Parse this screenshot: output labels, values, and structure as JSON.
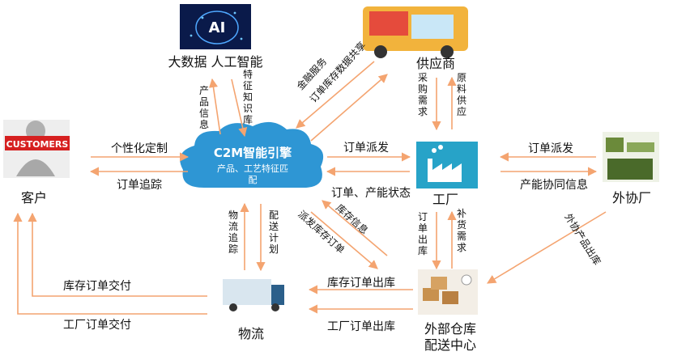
{
  "nodes": {
    "customer": "客户",
    "customer_badge": "CUSTOMERS",
    "bigdata": "大数据 人工智能",
    "ai_badge": "AI",
    "supplier": "供应商",
    "engine_title": "C2M智能引擎",
    "engine_sub1": "产品、工艺特征匹",
    "engine_sub2": "配",
    "factory": "工厂",
    "outsource": "外协厂",
    "logistics": "物流",
    "warehouse_line1": "外部仓库",
    "warehouse_line2": "配送中心"
  },
  "edges": {
    "personal_custom": "个性化定制",
    "order_track": "订单追踪",
    "product_info": "产品信息",
    "feature_kb": "特征知识库",
    "finance_service": "金融服务",
    "order_data_share": "订单库存数据共享",
    "purchase_demand": "采购需求",
    "material_supply": "原料供应",
    "order_dispatch_factory": "订单派发",
    "order_capacity_status": "订单、产能状态",
    "order_dispatch_outsource": "订单派发",
    "capacity_coop": "产能协同信息",
    "outsource_outbound": "外协产品出库",
    "order_outbound": "订单出库",
    "replenish_demand": "补货需求",
    "logistics_track": "物流追踪",
    "delivery_plan": "配送计划",
    "inventory_info": "库存信息",
    "dispatch_warehouse_order": "派发库存订单",
    "stock_order_out": "库存订单出库",
    "factory_order_out": "工厂订单出库",
    "stock_order_delivery": "库存订单交付",
    "factory_order_delivery": "工厂订单交付"
  },
  "colors": {
    "arrow": "#f4a470",
    "cloud": "#2e96d4",
    "factory": "#27a3c8"
  }
}
